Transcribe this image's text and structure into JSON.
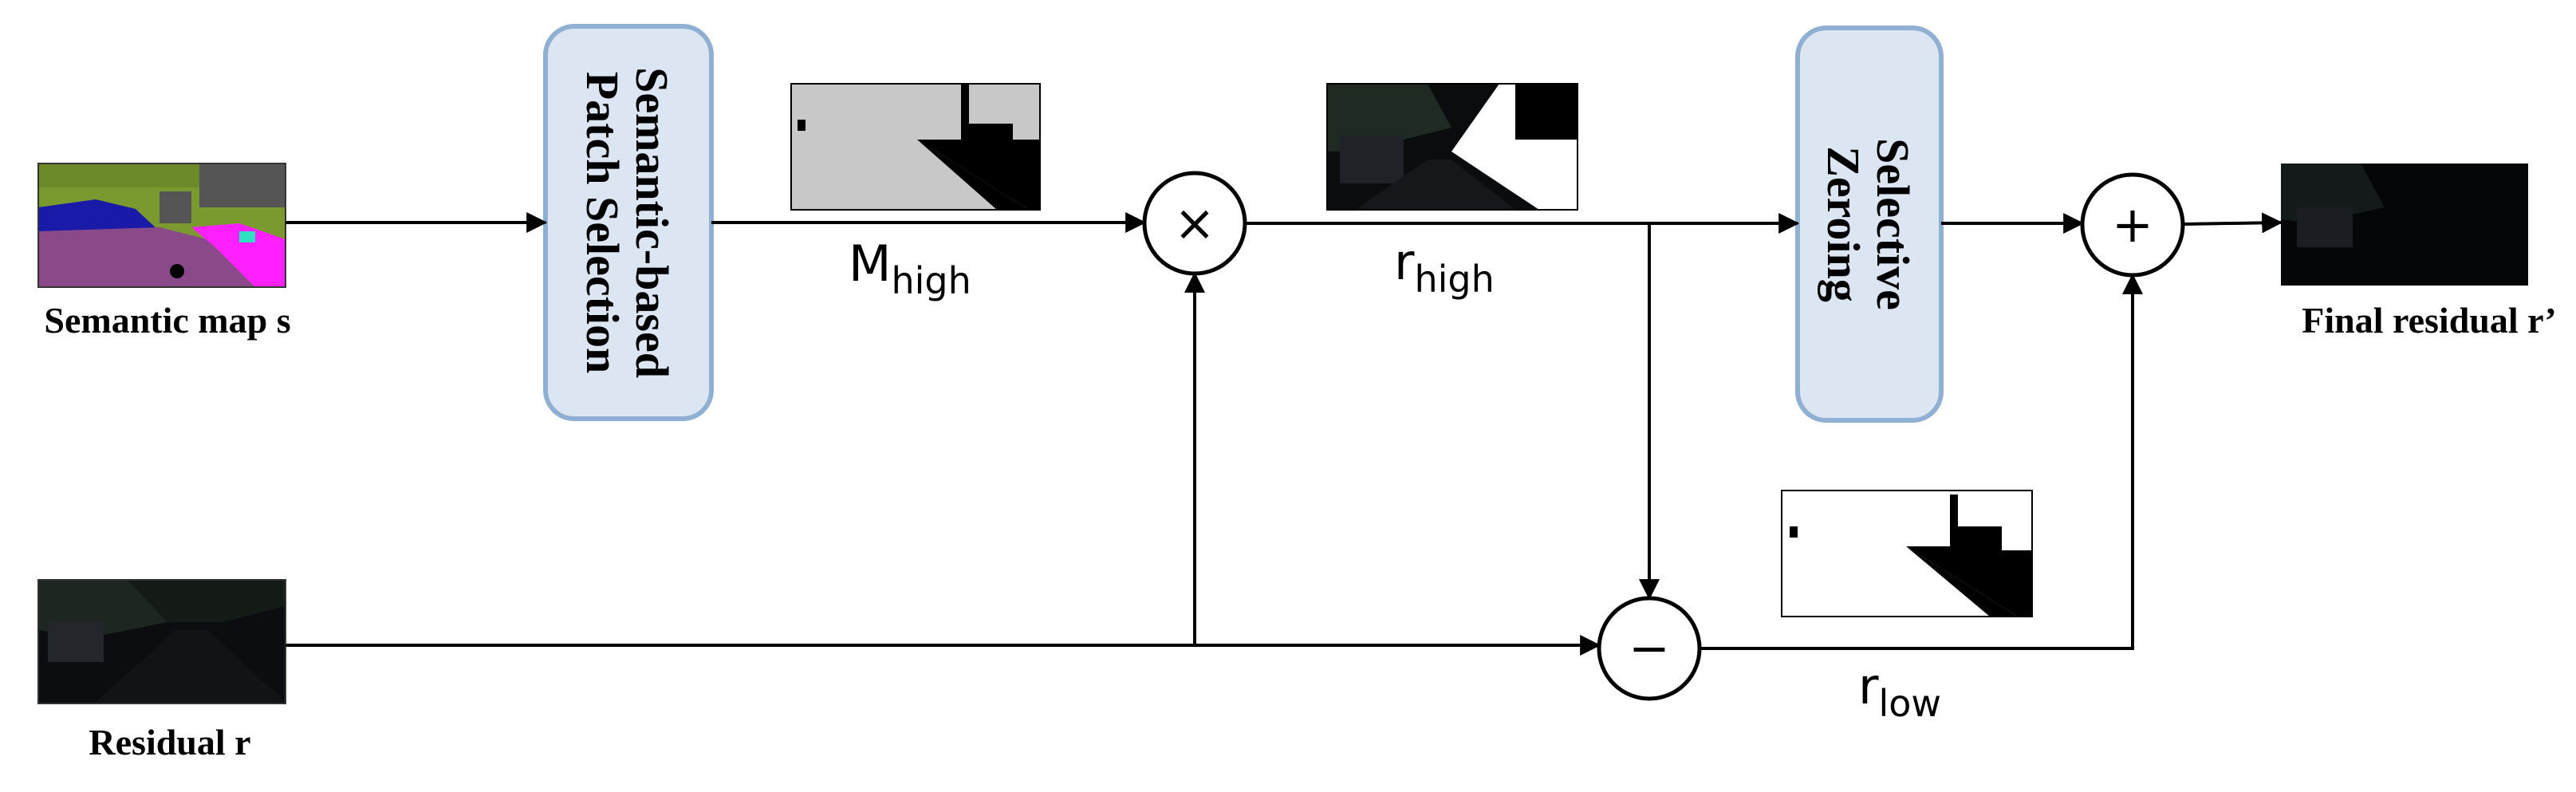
{
  "inputs": {
    "semantic_map_label": "Semantic map s",
    "residual_label": "Residual r"
  },
  "blocks": {
    "patch_selection_line1": "Semantic-based",
    "patch_selection_line2": "Patch Selection",
    "selective_zeroing_line1": "Selective",
    "selective_zeroing_line2": "Zeroing"
  },
  "operators": {
    "multiply": "×",
    "add": "+",
    "subtract": "−"
  },
  "signals": {
    "m_high_main": "M",
    "m_high_sub": "high",
    "r_high_main": "r",
    "r_high_sub": "high",
    "r_low_main": "r",
    "r_low_sub": "low"
  },
  "output": {
    "final_label": "Final residual r’"
  },
  "colors": {
    "block_fill": "#dce6f2",
    "block_stroke": "#8fafd3",
    "semantic_purple": "#8a4a8a",
    "semantic_blue": "#1a1aa8",
    "semantic_green": "#7a9a30",
    "semantic_magenta": "#ff20ff",
    "semantic_gray": "#555555",
    "mask_gray": "#c8c8c8"
  }
}
